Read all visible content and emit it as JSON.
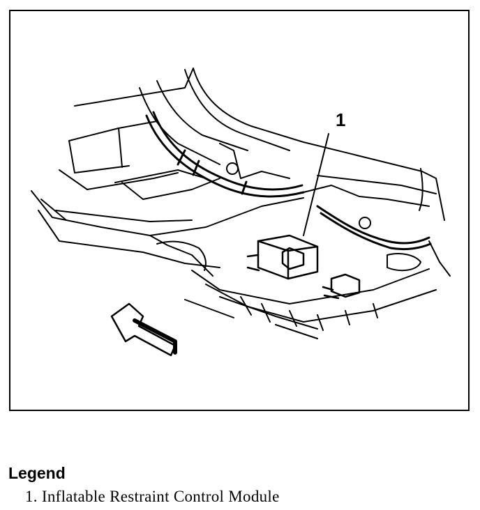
{
  "callouts": [
    {
      "number": "1"
    }
  ],
  "legend": {
    "title": "Legend",
    "items": [
      {
        "label": "1. Inflatable Restraint Control Module"
      }
    ]
  }
}
